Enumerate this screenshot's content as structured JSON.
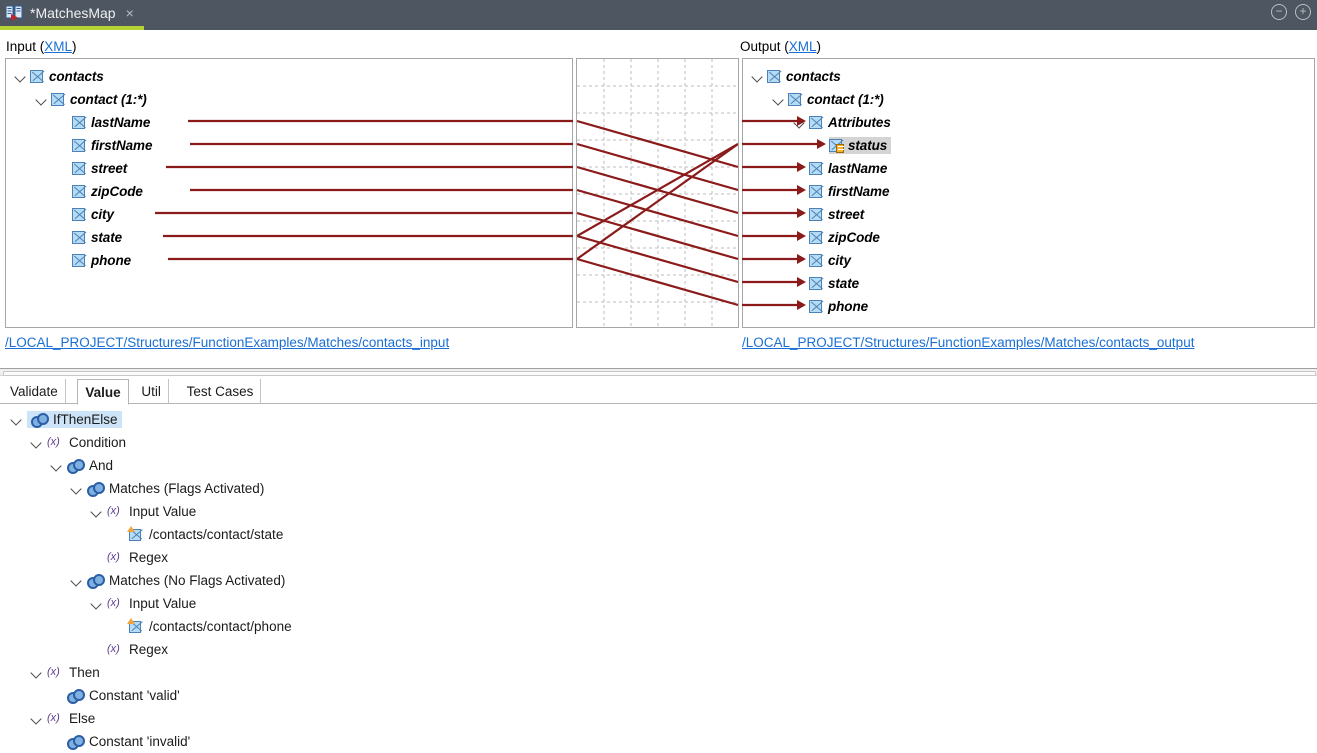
{
  "titlebar": {
    "tab_label": "*MatchesMap",
    "tab_icon": "mapping-icon",
    "close_icon": "×",
    "minimize_icon": "−",
    "maximize_icon": "+",
    "bg_color": "#4e5661",
    "active_underline_color": "#b7d333"
  },
  "mapping": {
    "input_caption_text": "Input (",
    "input_caption_link": "XML",
    "input_caption_tail": ")",
    "output_caption_text": "Output (",
    "output_caption_link": "XML",
    "output_caption_tail": ")",
    "input_link": "/LOCAL_PROJECT/Structures/FunctionExamples/Matches/contacts_input",
    "output_link": "/LOCAL_PROJECT/Structures/FunctionExamples/Matches/contacts_output",
    "link_color": "#1a6fd4",
    "connector_color": "#8b1a1a",
    "input_tree": [
      {
        "label": "contacts",
        "indent": 0,
        "twist": "down",
        "icon": "element-icon",
        "selected": false
      },
      {
        "label": "contact (1:*)",
        "indent": 1,
        "twist": "down",
        "icon": "element-icon",
        "selected": false
      },
      {
        "label": "lastName",
        "indent": 2,
        "twist": "none",
        "icon": "element-icon",
        "selected": false
      },
      {
        "label": "firstName",
        "indent": 2,
        "twist": "none",
        "icon": "element-icon",
        "selected": false
      },
      {
        "label": "street",
        "indent": 2,
        "twist": "none",
        "icon": "element-icon",
        "selected": false
      },
      {
        "label": "zipCode",
        "indent": 2,
        "twist": "none",
        "icon": "element-icon",
        "selected": false
      },
      {
        "label": "city",
        "indent": 2,
        "twist": "none",
        "icon": "element-icon",
        "selected": false
      },
      {
        "label": "state",
        "indent": 2,
        "twist": "none",
        "icon": "element-icon",
        "selected": false
      },
      {
        "label": "phone",
        "indent": 2,
        "twist": "none",
        "icon": "element-icon",
        "selected": false
      }
    ],
    "output_tree": [
      {
        "label": "contacts",
        "indent": 0,
        "twist": "down",
        "icon": "element-icon",
        "selected": false
      },
      {
        "label": "contact (1:*)",
        "indent": 1,
        "twist": "down",
        "icon": "element-icon",
        "selected": false
      },
      {
        "label": "Attributes",
        "indent": 2,
        "twist": "down",
        "icon": "element-icon",
        "selected": false
      },
      {
        "label": "status",
        "indent": 3,
        "twist": "none",
        "icon": "attribute-icon",
        "selected": true
      },
      {
        "label": "lastName",
        "indent": 2,
        "twist": "none",
        "icon": "element-icon",
        "selected": false
      },
      {
        "label": "firstName",
        "indent": 2,
        "twist": "none",
        "icon": "element-icon",
        "selected": false
      },
      {
        "label": "street",
        "indent": 2,
        "twist": "none",
        "icon": "element-icon",
        "selected": false
      },
      {
        "label": "zipCode",
        "indent": 2,
        "twist": "none",
        "icon": "element-icon",
        "selected": false
      },
      {
        "label": "city",
        "indent": 2,
        "twist": "none",
        "icon": "element-icon",
        "selected": false
      },
      {
        "label": "state",
        "indent": 2,
        "twist": "none",
        "icon": "element-icon",
        "selected": false
      },
      {
        "label": "phone",
        "indent": 2,
        "twist": "none",
        "icon": "element-icon",
        "selected": false
      }
    ],
    "connections": [
      {
        "from": "lastName",
        "to": "lastName"
      },
      {
        "from": "firstName",
        "to": "firstName"
      },
      {
        "from": "street",
        "to": "street"
      },
      {
        "from": "zipCode",
        "to": "zipCode"
      },
      {
        "from": "city",
        "to": "city"
      },
      {
        "from": "state",
        "to": "status"
      },
      {
        "from": "state",
        "to": "state"
      },
      {
        "from": "phone",
        "to": "status"
      },
      {
        "from": "phone",
        "to": "phone"
      }
    ]
  },
  "editor": {
    "tabs": [
      {
        "label": "Validate",
        "active": false
      },
      {
        "label": "Value",
        "active": true
      },
      {
        "label": "Util",
        "active": false
      },
      {
        "label": "Test Cases",
        "active": false
      }
    ],
    "function_tree": [
      {
        "label": "IfThenElse",
        "indent": 0,
        "twist": "down",
        "icon": "function-icon",
        "selected": true
      },
      {
        "label": "Condition",
        "indent": 1,
        "twist": "down",
        "icon": "parameter-icon",
        "selected": false
      },
      {
        "label": "And",
        "indent": 2,
        "twist": "down",
        "icon": "function-icon",
        "selected": false
      },
      {
        "label": "Matches (Flags Activated)",
        "indent": 3,
        "twist": "down",
        "icon": "function-icon",
        "selected": false
      },
      {
        "label": "Input Value",
        "indent": 4,
        "twist": "down",
        "icon": "parameter-icon",
        "selected": false
      },
      {
        "label": "/contacts/contact/state",
        "indent": 5,
        "twist": "none",
        "icon": "xpath-icon",
        "selected": false
      },
      {
        "label": "Regex",
        "indent": 4,
        "twist": "none",
        "icon": "parameter-icon",
        "selected": false
      },
      {
        "label": "Matches (No Flags Activated)",
        "indent": 3,
        "twist": "down",
        "icon": "function-icon",
        "selected": false
      },
      {
        "label": "Input Value",
        "indent": 4,
        "twist": "down",
        "icon": "parameter-icon",
        "selected": false
      },
      {
        "label": "/contacts/contact/phone",
        "indent": 5,
        "twist": "none",
        "icon": "xpath-icon",
        "selected": false
      },
      {
        "label": "Regex",
        "indent": 4,
        "twist": "none",
        "icon": "parameter-icon",
        "selected": false
      },
      {
        "label": "Then",
        "indent": 1,
        "twist": "down",
        "icon": "parameter-icon",
        "selected": false
      },
      {
        "label": "Constant 'valid'",
        "indent": 2,
        "twist": "none",
        "icon": "function-icon",
        "selected": false
      },
      {
        "label": "Else",
        "indent": 1,
        "twist": "down",
        "icon": "parameter-icon",
        "selected": false
      },
      {
        "label": "Constant 'invalid'",
        "indent": 2,
        "twist": "none",
        "icon": "function-icon",
        "selected": false
      }
    ]
  }
}
